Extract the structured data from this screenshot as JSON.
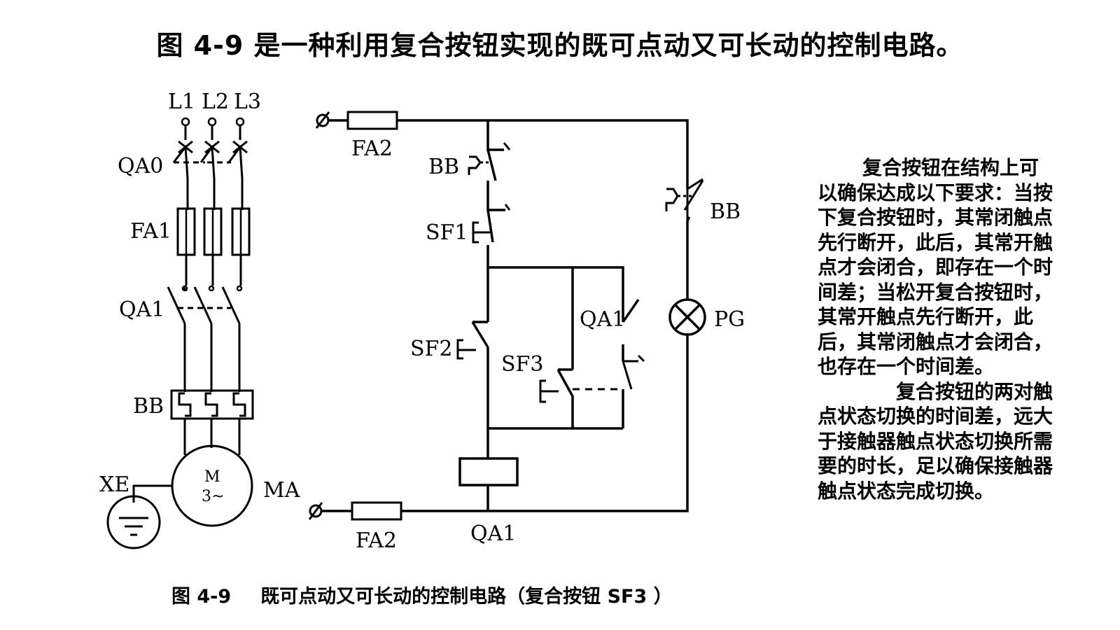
{
  "title": "图 4-9 是一种利用复合按钮实现的既可点动又可长动的控制电路。",
  "caption": {
    "label": "图 4-9",
    "text": "既可点动又可长动的控制电路（复合按钮 SF3 ）"
  },
  "description": {
    "paragraph1": "复合按钮在结构上可以确保达成以下要求：当按下复合按钮时，其常闭触点先行断开，此后，其常开触点才会闭合，即存在一个时间差；当松开复合按钮时，其常开触点先行断开，此后，其常闭触点才会闭合，也存在一个时间差。",
    "paragraph2": "复合按钮的两对触点状态切换的时间差，远大于接触器触点状态切换所需要的时长，足以确保接触器触点状态完成切换。"
  },
  "labels": {
    "l1": "L1",
    "l2": "L2",
    "l3": "L3",
    "qa0": "QA0",
    "fa1": "FA1",
    "qa1_main": "QA1",
    "bb_main": "BB",
    "xe": "XE",
    "motor_m": "M",
    "motor_phase": "3~",
    "ma": "MA",
    "fa2_top": "FA2",
    "fa2_bottom": "FA2",
    "bb_ctrl": "BB",
    "sf1": "SF1",
    "sf2": "SF2",
    "sf3": "SF3",
    "qa1_contact": "QA1",
    "qa1_coil": "QA1",
    "bb_right": "BB",
    "pg": "PG"
  }
}
